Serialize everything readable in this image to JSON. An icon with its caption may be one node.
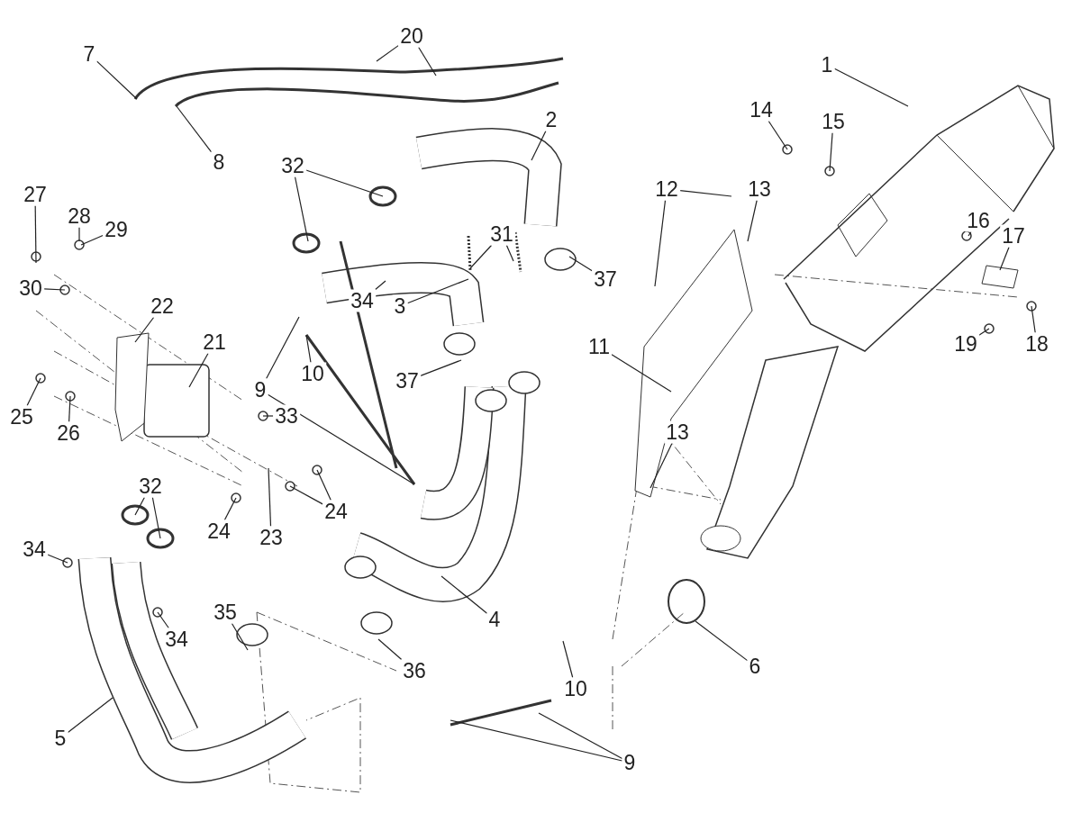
{
  "diagram": {
    "nodes": [
      {
        "text": [
          "20"
        ]
      },
      {
        "text": [
          "7"
        ]
      },
      {
        "text": [
          "1"
        ]
      },
      {
        "text": [
          "14"
        ]
      },
      {
        "text": [
          "2"
        ]
      },
      {
        "text": [
          "15"
        ]
      },
      {
        "text": [
          "8"
        ]
      },
      {
        "text": [
          "32"
        ]
      },
      {
        "text": [
          "12"
        ]
      },
      {
        "text": [
          "13"
        ]
      },
      {
        "text": [
          "27"
        ]
      },
      {
        "text": [
          "28"
        ]
      },
      {
        "text": [
          "16"
        ]
      },
      {
        "text": [
          "29"
        ]
      },
      {
        "text": [
          "31"
        ]
      },
      {
        "text": [
          "17"
        ]
      },
      {
        "text": [
          "37"
        ]
      },
      {
        "text": [
          "30"
        ]
      },
      {
        "text": [
          "34"
        ]
      },
      {
        "text": [
          "3"
        ]
      },
      {
        "text": [
          "22"
        ]
      },
      {
        "text": [
          "21"
        ]
      },
      {
        "text": [
          "19"
        ]
      },
      {
        "text": [
          "18"
        ]
      },
      {
        "text": [
          "11"
        ]
      },
      {
        "text": [
          "10"
        ]
      },
      {
        "text": [
          "37"
        ]
      },
      {
        "text": [
          "9"
        ]
      },
      {
        "text": [
          "33"
        ]
      },
      {
        "text": [
          "25"
        ]
      },
      {
        "text": [
          "26"
        ]
      },
      {
        "text": [
          "13"
        ]
      },
      {
        "text": [
          "32"
        ]
      },
      {
        "text": [
          "24"
        ]
      },
      {
        "text": [
          "24"
        ]
      },
      {
        "text": [
          "23"
        ]
      },
      {
        "text": [
          "34"
        ]
      },
      {
        "text": [
          "35"
        ]
      },
      {
        "text": [
          "4"
        ]
      },
      {
        "text": [
          "34"
        ]
      },
      {
        "text": [
          "6"
        ]
      },
      {
        "text": [
          "36"
        ]
      },
      {
        "text": [
          "10"
        ]
      },
      {
        "text": [
          "5"
        ]
      },
      {
        "text": [
          "9"
        ]
      }
    ],
    "edges": [
      {
        "from": 0,
        "to": null,
        "arrow": "none"
      },
      {
        "from": 0,
        "to": null,
        "arrow": "none"
      },
      {
        "from": 1,
        "to": null,
        "arrow": "none"
      },
      {
        "from": 2,
        "to": null,
        "arrow": "none"
      },
      {
        "from": 3,
        "to": null,
        "arrow": "none"
      },
      {
        "from": 4,
        "to": null,
        "arrow": "none"
      },
      {
        "from": 5,
        "to": null,
        "arrow": "none"
      },
      {
        "from": 6,
        "to": null,
        "arrow": "none"
      },
      {
        "from": 7,
        "to": null,
        "arrow": "none"
      },
      {
        "from": 7,
        "to": null,
        "arrow": "none"
      },
      {
        "from": 8,
        "to": null,
        "arrow": "none"
      },
      {
        "from": 8,
        "to": null,
        "arrow": "none"
      },
      {
        "from": 9,
        "to": null,
        "arrow": "none"
      },
      {
        "from": 10,
        "to": null,
        "arrow": "none"
      },
      {
        "from": 11,
        "to": null,
        "arrow": "none"
      },
      {
        "from": 12,
        "to": null,
        "arrow": "none"
      },
      {
        "from": 13,
        "to": null,
        "arrow": "none"
      },
      {
        "from": 14,
        "to": null,
        "arrow": "none"
      },
      {
        "from": 14,
        "to": null,
        "arrow": "none"
      },
      {
        "from": 15,
        "to": null,
        "arrow": "none"
      },
      {
        "from": 16,
        "to": null,
        "arrow": "none"
      },
      {
        "from": 17,
        "to": null,
        "arrow": "none"
      },
      {
        "from": 18,
        "to": null,
        "arrow": "none"
      },
      {
        "from": 19,
        "to": null,
        "arrow": "none"
      },
      {
        "from": 20,
        "to": null,
        "arrow": "none"
      },
      {
        "from": 21,
        "to": null,
        "arrow": "none"
      },
      {
        "from": 22,
        "to": null,
        "arrow": "none"
      },
      {
        "from": 23,
        "to": null,
        "arrow": "none"
      },
      {
        "from": 24,
        "to": null,
        "arrow": "none"
      },
      {
        "from": 25,
        "to": null,
        "arrow": "none"
      },
      {
        "from": 26,
        "to": null,
        "arrow": "none"
      },
      {
        "from": 27,
        "to": null,
        "arrow": "none"
      },
      {
        "from": 27,
        "to": null,
        "arrow": "none"
      },
      {
        "from": 28,
        "to": null,
        "arrow": "none"
      },
      {
        "from": 29,
        "to": null,
        "arrow": "none"
      },
      {
        "from": 30,
        "to": null,
        "arrow": "none"
      },
      {
        "from": 31,
        "to": null,
        "arrow": "none"
      },
      {
        "from": 32,
        "to": null,
        "arrow": "none"
      },
      {
        "from": 32,
        "to": null,
        "arrow": "none"
      },
      {
        "from": 33,
        "to": null,
        "arrow": "none"
      },
      {
        "from": 33,
        "to": null,
        "arrow": "none"
      },
      {
        "from": 34,
        "to": null,
        "arrow": "none"
      },
      {
        "from": 35,
        "to": null,
        "arrow": "none"
      },
      {
        "from": 36,
        "to": null,
        "arrow": "none"
      },
      {
        "from": 37,
        "to": null,
        "arrow": "none"
      },
      {
        "from": 38,
        "to": null,
        "arrow": "none"
      },
      {
        "from": 39,
        "to": null,
        "arrow": "none"
      },
      {
        "from": 40,
        "to": null,
        "arrow": "none"
      },
      {
        "from": 41,
        "to": null,
        "arrow": "none"
      },
      {
        "from": 42,
        "to": null,
        "arrow": "none"
      },
      {
        "from": 43,
        "to": null,
        "arrow": "none"
      },
      {
        "from": 44,
        "to": null,
        "arrow": "none"
      },
      {
        "from": 44,
        "to": null,
        "arrow": "none"
      }
    ]
  }
}
